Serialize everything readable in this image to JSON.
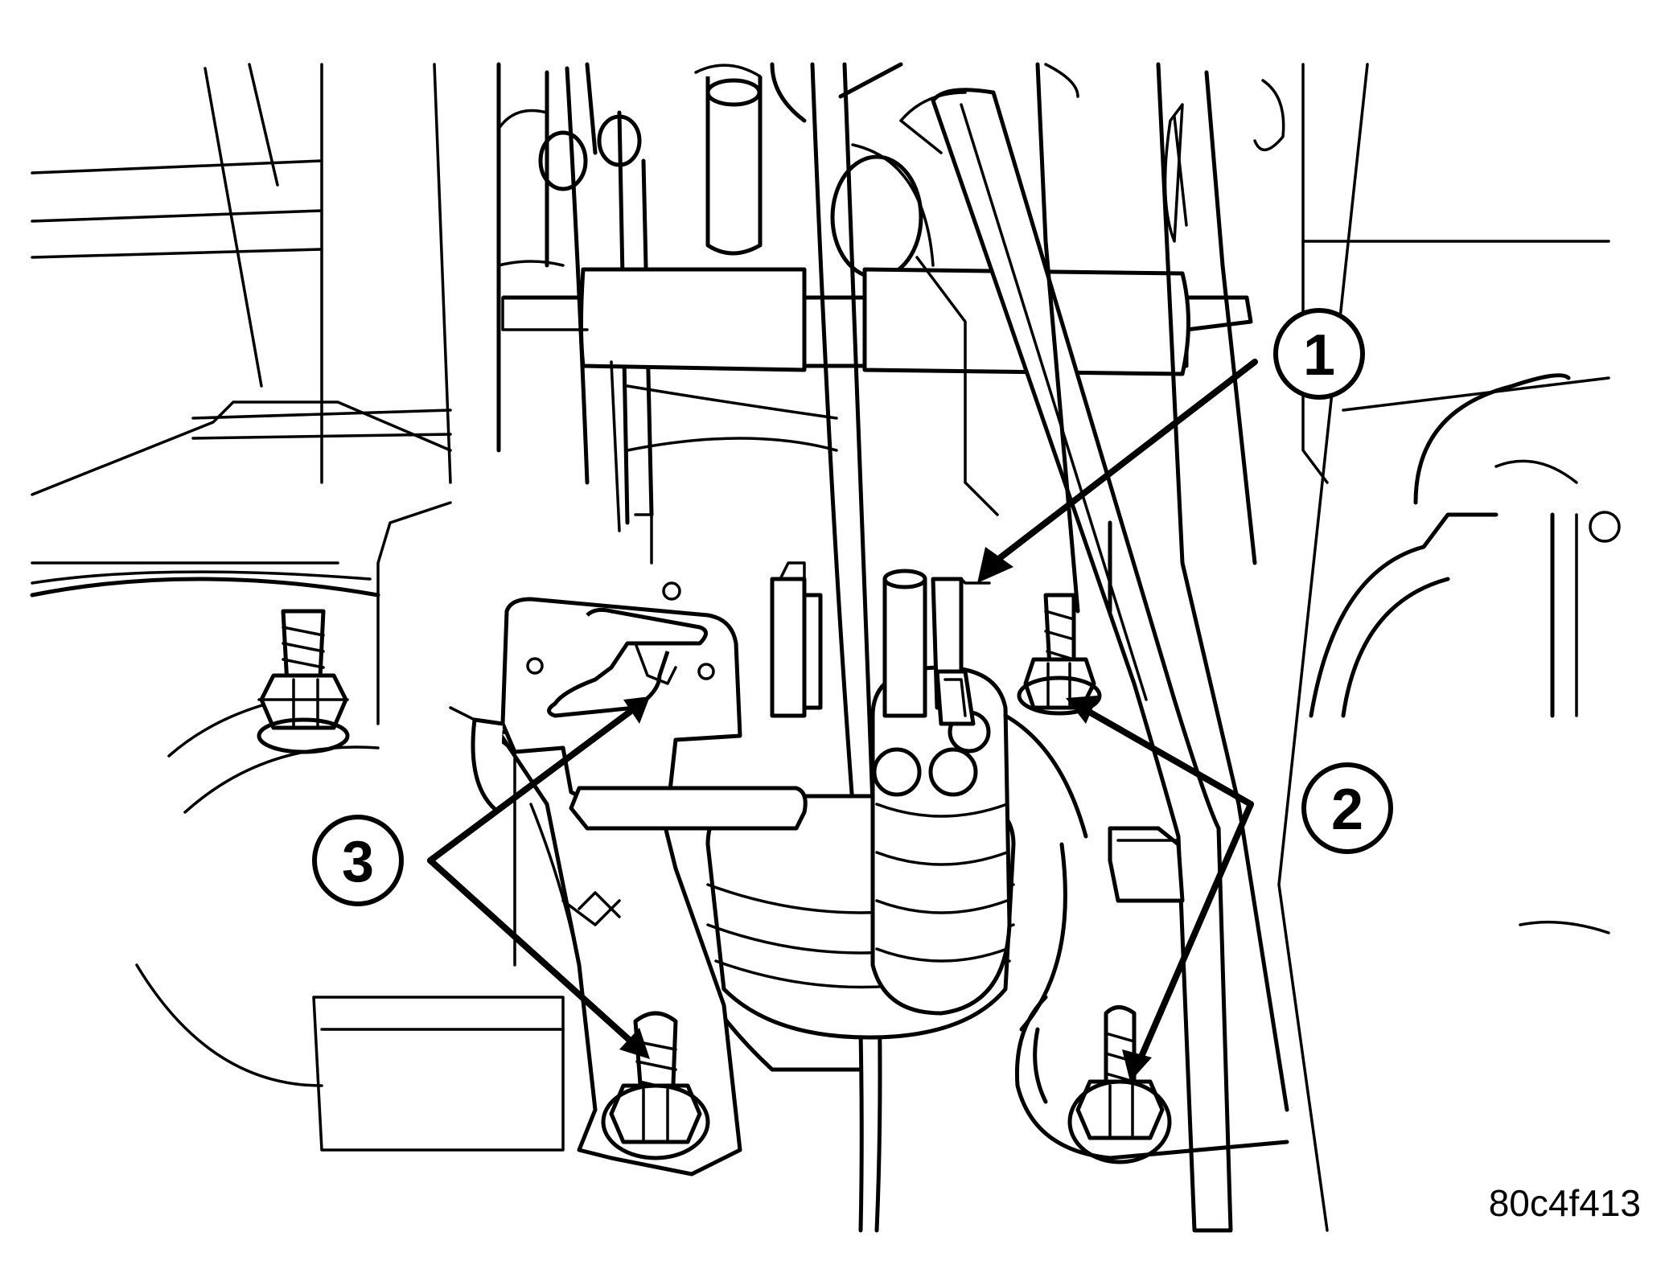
{
  "figure": {
    "code": "80c4f413"
  },
  "callouts": [
    {
      "id": "1",
      "label": "1"
    },
    {
      "id": "2",
      "label": "2"
    },
    {
      "id": "3",
      "label": "3"
    }
  ],
  "colors": {
    "line": "#000000",
    "background": "#ffffff"
  }
}
